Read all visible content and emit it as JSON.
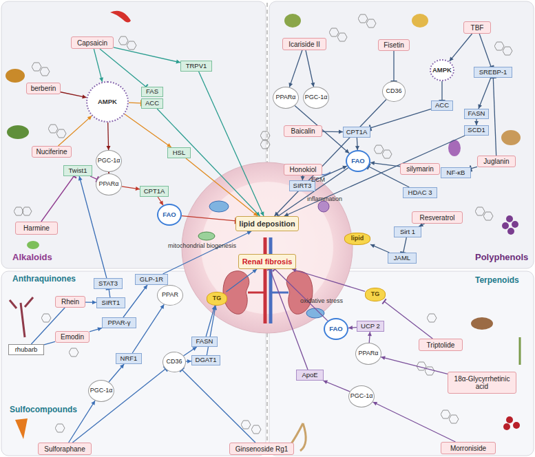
{
  "diagram": {
    "nodes": [
      {
        "text": [
          "Capsaicin"
        ]
      },
      {
        "text": [
          "berberin"
        ]
      },
      {
        "text": [
          "Nuciferine"
        ]
      },
      {
        "text": [
          "Harmine"
        ]
      },
      {
        "text": [
          "AMPK"
        ]
      },
      {
        "text": [
          "TRPV1"
        ]
      },
      {
        "text": [
          "FAS"
        ]
      },
      {
        "text": [
          "ACC"
        ]
      },
      {
        "text": [
          "HSL"
        ]
      },
      {
        "text": [
          "PGC-1α"
        ]
      },
      {
        "text": [
          "PPARα"
        ]
      },
      {
        "text": [
          "Twist1"
        ]
      },
      {
        "text": [
          "CPT1A"
        ]
      },
      {
        "text": [
          "FAO"
        ]
      },
      {
        "text": [
          "lipid deposition"
        ]
      },
      {
        "text": [
          "Renal fibrosis"
        ]
      },
      {
        "text": [
          "Icariside II"
        ]
      },
      {
        "text": [
          "Fisetin"
        ]
      },
      {
        "text": [
          "TBF"
        ]
      },
      {
        "text": [
          "PPARα"
        ]
      },
      {
        "text": [
          "PGC-1α"
        ]
      },
      {
        "text": [
          "CD36"
        ]
      },
      {
        "text": [
          "AMPK"
        ]
      },
      {
        "text": [
          "SREBP-1"
        ]
      },
      {
        "text": [
          "ACC"
        ]
      },
      {
        "text": [
          "FASN"
        ]
      },
      {
        "text": [
          "SCD1"
        ]
      },
      {
        "text": [
          "Baicalin"
        ]
      },
      {
        "text": [
          "CPT1A"
        ]
      },
      {
        "text": [
          "FAO"
        ]
      },
      {
        "text": [
          "Honokiol"
        ]
      },
      {
        "text": [
          "SIRT3"
        ]
      },
      {
        "text": [
          "silymarin"
        ]
      },
      {
        "text": [
          "Juglanin"
        ]
      },
      {
        "text": [
          "NF-κB"
        ]
      },
      {
        "text": [
          "HDAC 3"
        ]
      },
      {
        "text": [
          "Resveratrol"
        ]
      },
      {
        "text": [
          "Sirt 1"
        ]
      },
      {
        "text": [
          "JAML"
        ]
      },
      {
        "text": [
          "lipid"
        ]
      },
      {
        "text": [
          "rhubarb"
        ]
      },
      {
        "text": [
          "Rhein"
        ]
      },
      {
        "text": [
          "Emodin"
        ]
      },
      {
        "text": [
          "STAT3"
        ]
      },
      {
        "text": [
          "SIRT1"
        ]
      },
      {
        "text": [
          "PPAR-γ"
        ]
      },
      {
        "text": [
          "GLP-1R"
        ]
      },
      {
        "text": [
          "PPAR"
        ]
      },
      {
        "text": [
          "PGC-1α"
        ]
      },
      {
        "text": [
          "NRF1"
        ]
      },
      {
        "text": [
          "CD36"
        ]
      },
      {
        "text": [
          "FASN"
        ]
      },
      {
        "text": [
          "DGAT1"
        ]
      },
      {
        "text": [
          "TG"
        ]
      },
      {
        "text": [
          "Sulforaphane"
        ]
      },
      {
        "text": [
          "Ginsenoside Rg1"
        ]
      },
      {
        "text": [
          "Triptolide"
        ]
      },
      {
        "text": [
          "TG"
        ]
      },
      {
        "text": [
          "FAO"
        ]
      },
      {
        "text": [
          "UCP 2"
        ]
      },
      {
        "text": [
          "PPARα"
        ]
      },
      {
        "text": [
          "18α-Glycyrrhetinic acid"
        ]
      },
      {
        "text": [
          "ApoE"
        ]
      },
      {
        "text": [
          "PGC-1α"
        ]
      },
      {
        "text": [
          "Morroniside"
        ]
      }
    ],
    "edges": [
      {
        "from": 0,
        "to": 5,
        "arrow": "to"
      },
      {
        "from": 0,
        "to": 4,
        "arrow": "to"
      },
      {
        "from": 0,
        "to": 6,
        "arrow": "to"
      },
      {
        "from": 5,
        "to": 14,
        "arrow": "to"
      },
      {
        "from": 1,
        "to": 4,
        "arrow": "to"
      },
      {
        "from": 2,
        "to": 4,
        "arrow": "to"
      },
      {
        "from": 4,
        "to": 7,
        "arrow": "to"
      },
      {
        "from": 7,
        "to": 14,
        "arrow": "to"
      },
      {
        "from": 4,
        "to": 8,
        "arrow": "to"
      },
      {
        "from": 8,
        "to": 14,
        "arrow": "to"
      },
      {
        "from": 4,
        "to": 9,
        "arrow": "to"
      },
      {
        "from": 9,
        "to": 10,
        "arrow": "to"
      },
      {
        "from": 10,
        "to": 12,
        "arrow": "to"
      },
      {
        "from": 12,
        "to": 13,
        "arrow": "to"
      },
      {
        "from": 13,
        "to": 14,
        "arrow": "to"
      },
      {
        "from": 3,
        "to": 11,
        "arrow": "to"
      },
      {
        "from": 11,
        "to": 10,
        "arrow": "to"
      },
      {
        "from": 43,
        "to": 11,
        "arrow": "to"
      },
      {
        "from": 16,
        "to": 20,
        "arrow": "to"
      },
      {
        "from": 16,
        "to": 19,
        "arrow": "to"
      },
      {
        "from": 19,
        "to": 29,
        "arrow": "to"
      },
      {
        "from": 17,
        "to": 21,
        "arrow": "to"
      },
      {
        "from": 21,
        "to": 14,
        "arrow": "to"
      },
      {
        "from": 18,
        "to": 22,
        "arrow": "to"
      },
      {
        "from": 18,
        "to": 23,
        "arrow": "to"
      },
      {
        "from": 22,
        "to": 24,
        "arrow": "to"
      },
      {
        "from": 23,
        "to": 25,
        "arrow": "to"
      },
      {
        "from": 25,
        "to": 26,
        "arrow": "to"
      },
      {
        "from": 26,
        "to": 14,
        "arrow": "to"
      },
      {
        "from": 33,
        "to": 23,
        "arrow": "to"
      },
      {
        "from": 33,
        "to": 34,
        "arrow": "to"
      },
      {
        "from": 27,
        "to": 28,
        "arrow": "to"
      },
      {
        "from": 24,
        "to": 28,
        "arrow": "to"
      },
      {
        "from": 28,
        "to": 29,
        "arrow": "to"
      },
      {
        "from": 32,
        "to": 29,
        "arrow": "to"
      },
      {
        "from": 30,
        "to": 31,
        "arrow": "to"
      },
      {
        "from": 31,
        "to": 29,
        "arrow": "to"
      },
      {
        "from": 29,
        "to": 14,
        "arrow": "to"
      },
      {
        "from": 35,
        "to": 29,
        "arrow": "to"
      },
      {
        "from": 36,
        "to": 37,
        "arrow": "to"
      },
      {
        "from": 37,
        "to": 38,
        "arrow": "to"
      },
      {
        "from": 38,
        "to": 39,
        "arrow": "to"
      },
      {
        "from": 40,
        "to": 41,
        "arrow": "none"
      },
      {
        "from": 40,
        "to": 42,
        "arrow": "none"
      },
      {
        "from": 41,
        "to": 44,
        "arrow": "to"
      },
      {
        "from": 44,
        "to": 43,
        "arrow": "to"
      },
      {
        "from": 42,
        "to": 45,
        "arrow": "to"
      },
      {
        "from": 45,
        "to": 46,
        "arrow": "to"
      },
      {
        "from": 46,
        "to": 14,
        "arrow": "to"
      },
      {
        "from": 54,
        "to": 48,
        "arrow": "to"
      },
      {
        "from": 48,
        "to": 49,
        "arrow": "to"
      },
      {
        "from": 49,
        "to": 47,
        "arrow": "to"
      },
      {
        "from": 54,
        "to": 50,
        "arrow": "to"
      },
      {
        "from": 50,
        "to": 51,
        "arrow": "to"
      },
      {
        "from": 50,
        "to": 52,
        "arrow": "to"
      },
      {
        "from": 51,
        "to": 53,
        "arrow": "to"
      },
      {
        "from": 52,
        "to": 53,
        "arrow": "to"
      },
      {
        "from": 53,
        "to": 15,
        "arrow": "to"
      },
      {
        "from": 55,
        "to": 50,
        "arrow": "to"
      },
      {
        "from": 56,
        "to": 57,
        "arrow": "to"
      },
      {
        "from": 57,
        "to": 15,
        "arrow": "to"
      },
      {
        "from": 61,
        "to": 60,
        "arrow": "to"
      },
      {
        "from": 60,
        "to": 59,
        "arrow": "to"
      },
      {
        "from": 59,
        "to": 58,
        "arrow": "to"
      },
      {
        "from": 58,
        "to": 15,
        "arrow": "to"
      },
      {
        "from": 64,
        "to": 63,
        "arrow": "to"
      },
      {
        "from": 63,
        "to": 62,
        "arrow": "to"
      },
      {
        "from": 62,
        "to": 15,
        "arrow": "to"
      }
    ],
    "labels": [
      "Alkaloids",
      "Polyphenols",
      "Anthraquinones",
      "Sulfocompounds",
      "Terpenoids",
      "ECM",
      "inflammation",
      "mitochondrial biogenesis",
      "oxidative stress"
    ]
  }
}
